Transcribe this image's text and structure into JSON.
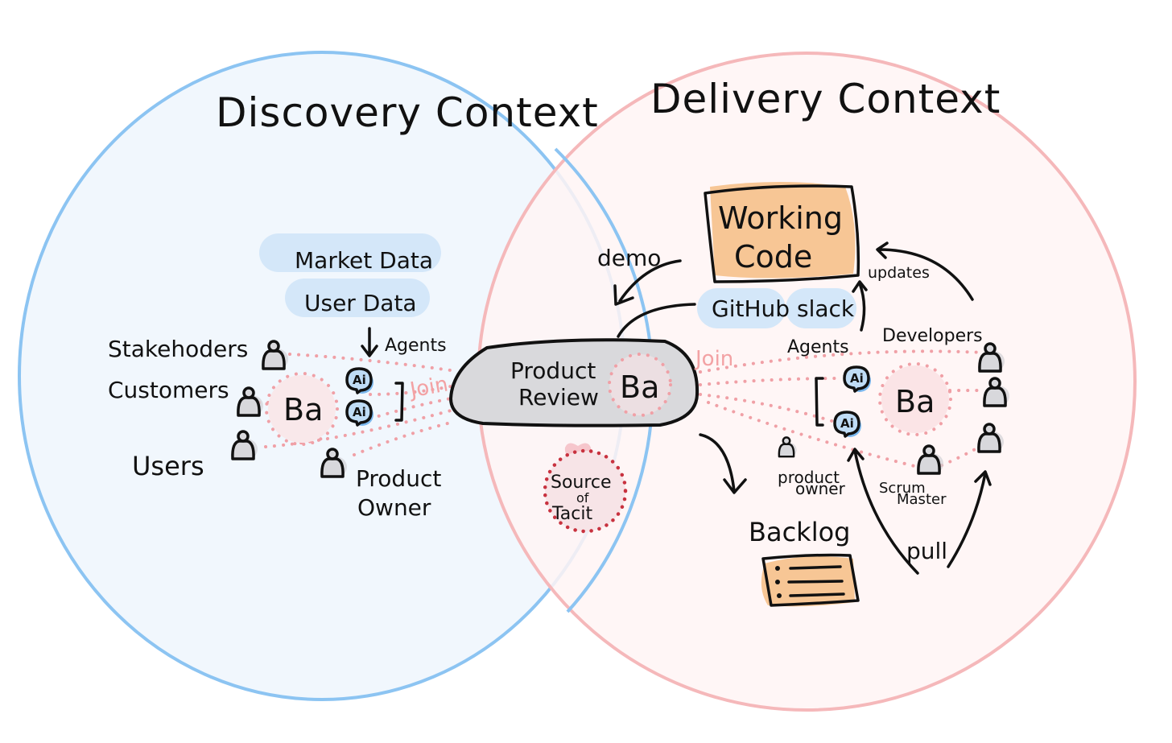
{
  "diagram": {
    "discovery": {
      "title": "Discovery Context",
      "circle_color": "#8cc4f2",
      "fill_color": "#f1f7fd",
      "data_sources": [
        "Market Data",
        "User Data"
      ],
      "agents_label": "Agents",
      "ai_badge": "Ai",
      "ba_label": "Ba",
      "join_label": "Join",
      "people": [
        "Stakehoders",
        "Customers",
        "Users"
      ],
      "product_owner": [
        "Product",
        "Owner"
      ]
    },
    "overlap": {
      "product_review": [
        "Product",
        "Review"
      ],
      "ba_label": "Ba",
      "demo_label": "demo",
      "source": [
        "Source",
        "of",
        "Tacit"
      ]
    },
    "delivery": {
      "title": "Delivery Context",
      "circle_color": "#f5b8ba",
      "fill_color": "#fff5f4",
      "working_code": [
        "Working",
        "Code"
      ],
      "tools": [
        "GitHub",
        "slack"
      ],
      "updates_label": "updates",
      "agents_label": "Agents",
      "developers_label": "Developers",
      "ai_badge": "Ai",
      "ba_label": "Ba",
      "join_label": "Join",
      "product_owner": [
        "product",
        "owner"
      ],
      "scrum_master": [
        "Scrum",
        "Master"
      ],
      "backlog_label": "Backlog",
      "pull_label": "pull"
    },
    "colors": {
      "ink": "#111111",
      "data_pill": "#d4e7f9",
      "ai_blue": "#7bb8ee",
      "orange": "#f7c695",
      "dots": "#f0a0a6",
      "tacit_dots": "#c8323f",
      "review_fill": "#d9d9dc",
      "person_fill": "#d8d8dc"
    }
  }
}
